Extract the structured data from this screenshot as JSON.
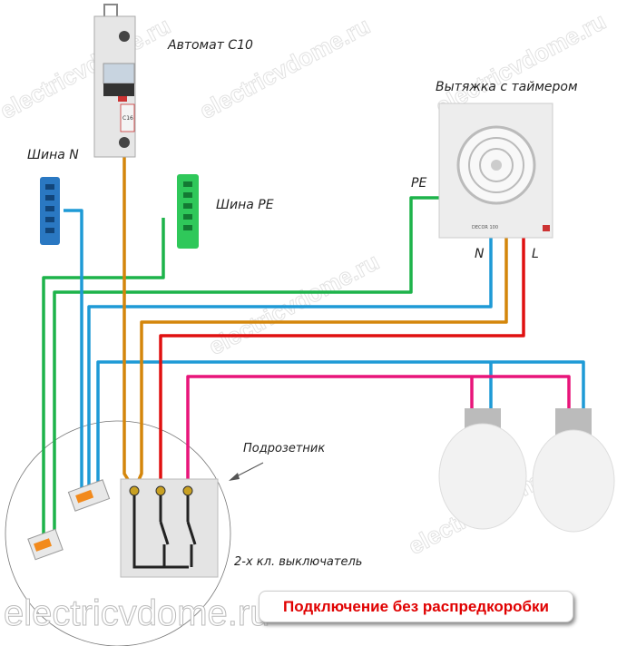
{
  "labels": {
    "breaker": "Автомат С10",
    "bus_n": "Шина N",
    "bus_pe": "Шина PE",
    "fan": "Вытяжка с таймером",
    "pe": "PE",
    "n": "N",
    "l": "L",
    "junction_box": "Подрозетник",
    "switch": "2-х кл. выключатель"
  },
  "breaker_marking": "C16",
  "fan_marking": "DECOR 100",
  "caption": "Подключение без распредкоробки",
  "watermark": "electricvdome.ru",
  "colors": {
    "phase_breaker": "#d4860b",
    "phase_lamp": "#e8157a",
    "phase_fan": "#e01010",
    "neutral": "#1e9ad6",
    "earth": "#1db34a"
  }
}
